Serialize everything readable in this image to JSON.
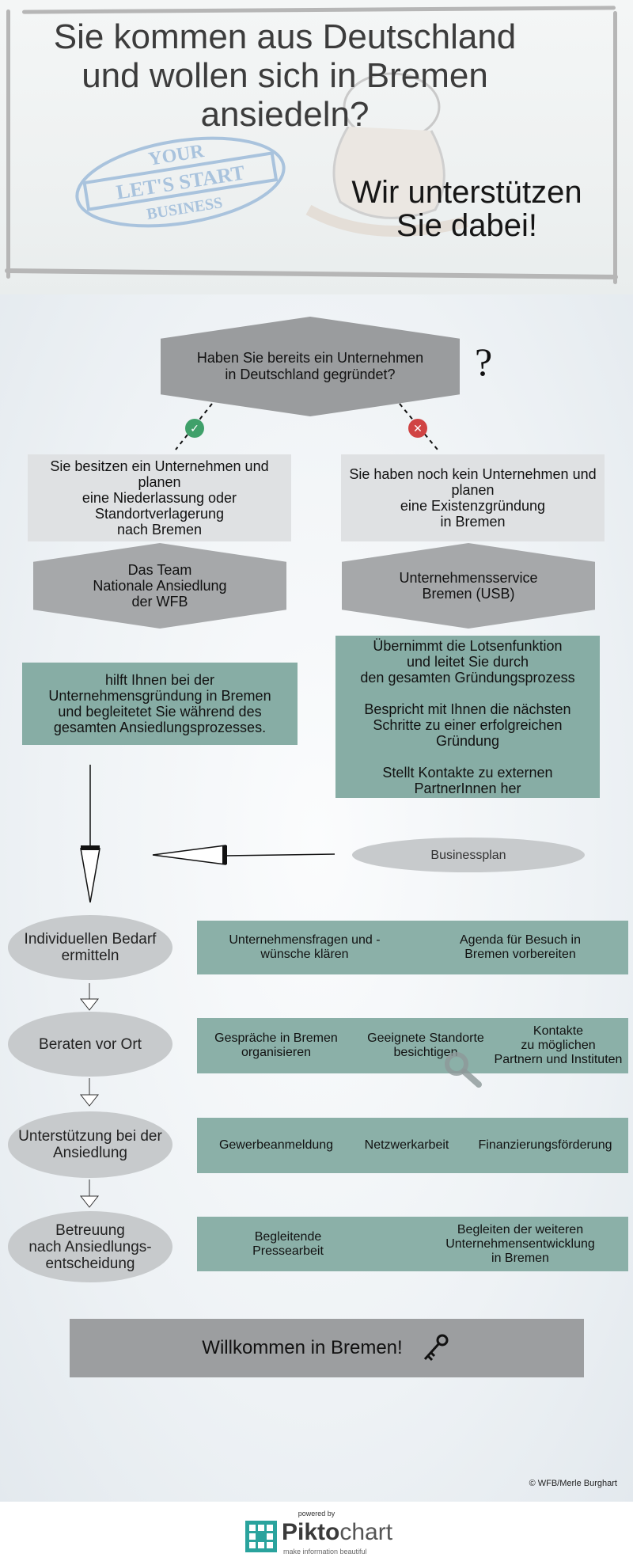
{
  "header": {
    "title": "Sie kommen aus Deutschland\nund wollen sich in Bremen\nansiedeln?",
    "subtitle": "Wir unterstützen\nSie dabei!",
    "stamp": {
      "line1": "YOUR",
      "line2": "LET'S START",
      "line3": "BUSINESS"
    }
  },
  "question": {
    "text": "Haben Sie bereits ein Unternehmen\nin Deutschland gegründet?",
    "icon": "?"
  },
  "branches": {
    "yes": {
      "description": "Sie besitzen ein Unternehmen und planen\neine Niederlassung oder\nStandortverlagerung\nnach Bremen",
      "team": "Das Team\nNationale Ansiedlung\nder WFB",
      "help": "hilft Ihnen bei der\nUnternehmensgründung in Bremen\nund begleitetet Sie während des\ngesamten Ansiedlungsprozesses.",
      "icon_color": "#3fa06a"
    },
    "no": {
      "description": "Sie haben noch kein Unternehmen und planen\neine Existenzgründung\nin Bremen",
      "team": "Unternehmensservice\nBremen (USB)",
      "help": "Übernimmt die Lotsenfunktion\nund leitet Sie durch\nden gesamten Gründungsprozess\n\nBespricht mit Ihnen die nächsten\nSchritte zu einer erfolgreichen\nGründung\n\nStellt Kontakte zu externen\nPartnerInnen her",
      "icon_color": "#d04444"
    }
  },
  "businessplan": "Businessplan",
  "steps": [
    {
      "label": "Individuellen Bedarf\nermitteln",
      "items": [
        "Unternehmensfragen und -\nwünsche klären",
        "Agenda für Besuch in\nBremen vorbereiten"
      ]
    },
    {
      "label": "Beraten vor Ort",
      "items": [
        "Gespräche in Bremen\norganisieren",
        "Geeignete Standorte\nbesichtigen",
        "Kontakte\nzu möglichen\nPartnern und Instituten"
      ]
    },
    {
      "label": "Unterstützung bei der\nAnsiedlung",
      "items": [
        "Gewerbeanmeldung",
        "Netzwerkarbeit",
        "Finanzierungsförderung"
      ]
    },
    {
      "label": "Betreuung\nnach Ansiedlungs-\nentscheidung",
      "items": [
        "Begleitende\nPressearbeit",
        "Begleiten der weiteren\nUnternehmensentwicklung\nin Bremen"
      ]
    }
  ],
  "welcome": "Willkommen in Bremen!",
  "credit": "© WFB/Merle Burghart",
  "footer": {
    "powered": "powered by",
    "brand_a": "Pikto",
    "brand_b": "chart",
    "tagline": "make information beautiful"
  }
}
